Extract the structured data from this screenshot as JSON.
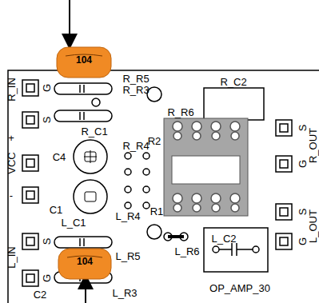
{
  "diagram": {
    "nodes": [
      {
        "text": [
          "104"
        ]
      },
      {
        "text": [
          "104"
        ]
      }
    ],
    "labels": [
      "R_IN",
      "G",
      "S",
      "+",
      "VCC",
      "-",
      "S",
      "L_IN",
      "G",
      "R_R3",
      "R_R5",
      "R_C1",
      "R_R4",
      "R_R6",
      "R2",
      "R_C2",
      "S",
      "G",
      "R_OUT",
      "S",
      "G",
      "L_OUT",
      "C4",
      "C1",
      "L_C1",
      "L_R4",
      "R1",
      "L_R5",
      "L_R6",
      "L_C2",
      "C2",
      "L_R3",
      "OP_AMP_30"
    ]
  }
}
